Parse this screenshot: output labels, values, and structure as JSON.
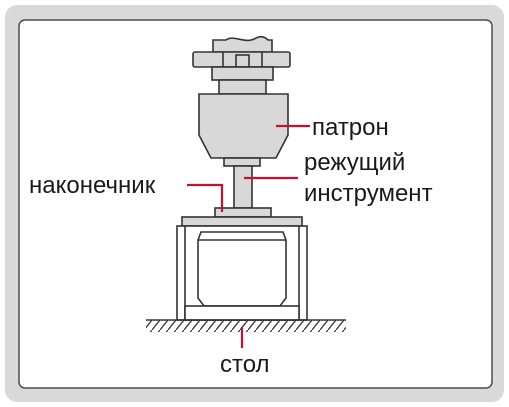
{
  "labels": {
    "chuck": "патрон",
    "cutting_tool_line1": "режущий",
    "cutting_tool_line2": "инструмент",
    "tip": "наконечник",
    "table": "стол"
  },
  "colors": {
    "frame_outer": "#d9d9d9",
    "frame_inner": "#4d4d4d",
    "part_fill": "#d8d8d8",
    "part_stroke": "#333333",
    "leader": "#c8102e",
    "text": "#1a1a1a"
  }
}
